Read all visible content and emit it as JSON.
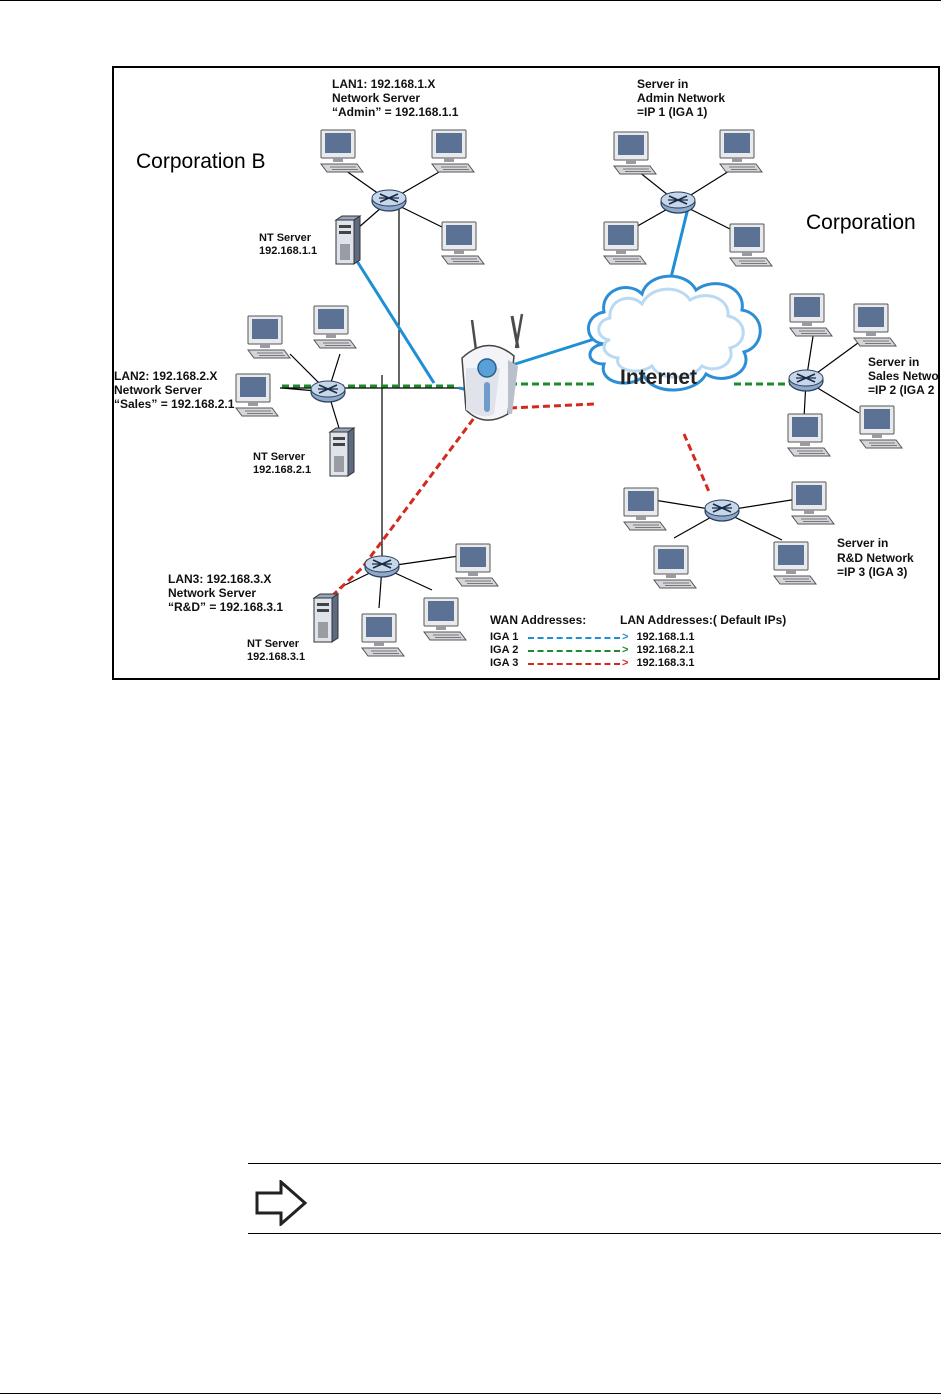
{
  "figure": {
    "corporation_b": "Corporation B",
    "corporation_a": "Corporation",
    "internet": "Internet",
    "lan1": {
      "line1": "LAN1: 192.168.1.X",
      "line2": "Network Server",
      "line3": "“Admin” = 192.168.1.1"
    },
    "lan2": {
      "line1": "LAN2: 192.168.2.X",
      "line2": "Network Server",
      "line3": "“Sales” = 192.168.2.1"
    },
    "lan3": {
      "line1": "LAN3: 192.168.3.X",
      "line2": "Network Server",
      "line3": "“R&D” = 192.168.3.1"
    },
    "nt1": {
      "line1": "NT Server",
      "line2": "192.168.1.1"
    },
    "nt2": {
      "line1": "NT Server",
      "line2": "192.168.2.1"
    },
    "nt3": {
      "line1": "NT Server",
      "line2": "192.168.3.1"
    },
    "admin_server": {
      "line1": "Server in",
      "line2": "Admin Network",
      "line3": "=IP 1 (IGA 1)"
    },
    "sales_server": {
      "line1": "Server in",
      "line2": "Sales Netwo",
      "line3": "=IP 2 (IGA 2"
    },
    "rd_server": {
      "line1": "Server in",
      "line2": "R&D Network",
      "line3": "=IP 3 (IGA 3)"
    },
    "legend": {
      "wan_header": "WAN Addresses:",
      "lan_header": "LAN Addresses:( Default IPs)",
      "rows": [
        {
          "wan": "IGA 1",
          "lan": "192.168.1.1",
          "color": "#1e8fd6"
        },
        {
          "wan": "IGA 2",
          "lan": "192.168.2.1",
          "color": "#1e8a2e"
        },
        {
          "wan": "IGA 3",
          "lan": "192.168.3.1",
          "color": "#d42a1e"
        }
      ]
    }
  },
  "colors": {
    "blue_link": "#1e8fd6",
    "green_link": "#1e8a2e",
    "red_link": "#d42a1e"
  },
  "note": {
    "icon": "note-arrow-icon"
  }
}
